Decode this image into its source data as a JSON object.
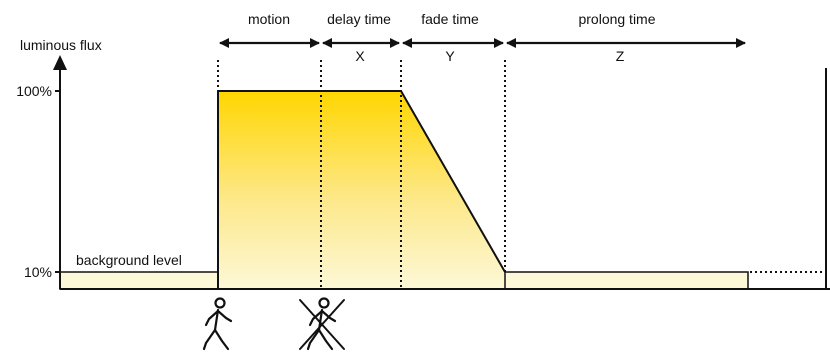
{
  "diagram": {
    "y_axis_label": "luminous flux",
    "level_high": "100%",
    "level_low": "10%",
    "background_label": "background level",
    "phases": [
      {
        "name": "motion",
        "symbol": ""
      },
      {
        "name": "delay time",
        "symbol": "X"
      },
      {
        "name": "fade time",
        "symbol": "Y"
      },
      {
        "name": "prolong time",
        "symbol": "Z"
      }
    ],
    "icons": [
      "walking-person-icon",
      "no-motion-person-icon"
    ],
    "colors": {
      "fill_top": "#ffd600",
      "fill_bottom": "#fdf8d8",
      "line": "#111111"
    }
  }
}
